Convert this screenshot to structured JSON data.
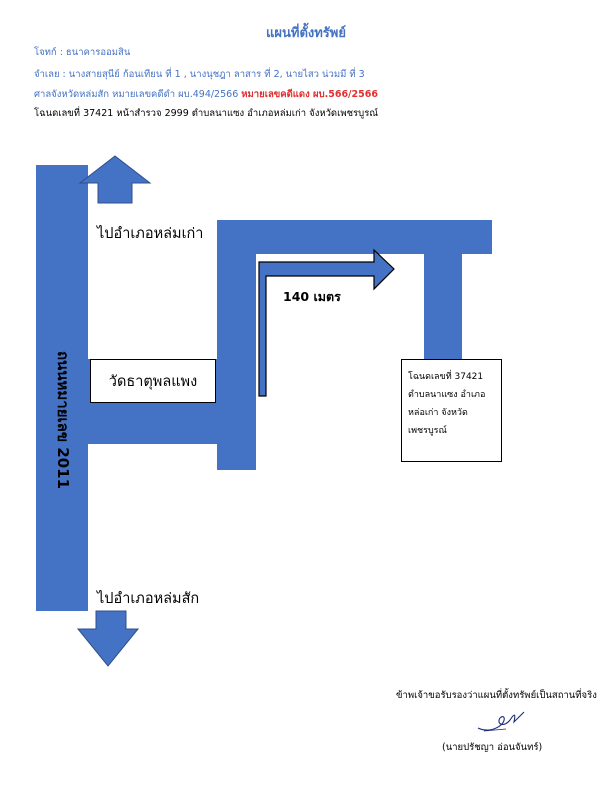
{
  "header": {
    "title": "แผนที่ตั้งทรัพย์",
    "plaintiff": "โจทก์ : ธนาคารออมสิน",
    "defendants": "จำเลย : นางสายสุนีย์ ก้อนเทียน ที่ 1 , นางนุชฎา ลาสาร ที่ 2, นายไสว น่วมมี ที่ 3",
    "court": "ศาลจังหวัดหล่มสัก  หมายเลขคดีดำ ผบ.494/2566 ",
    "red_case": "หมายเลขคดีแดง ผบ.566/2566",
    "deed_line": "โฉนดเลขที่ 37421 หน้าสำรวจ 2999 ตำบลนาแซง อำเภอหล่มเก่า จังหวัดเพชรบูรณ์"
  },
  "map": {
    "road_name": "ถนนหมายเลข 2011",
    "to_north": "ไปอำเภอหล่มเก่า",
    "to_south": "ไปอำเภอหล่มสัก",
    "temple": "วัดธาตุพลแพง",
    "distance": "140 เมตร",
    "deed_box": {
      "line1": "โฉนดเลขที่ 37421",
      "line2": "ตำบลนาแซง อำเภอ",
      "line3": "หล่อเก่า จังหวัด",
      "line4": "เพชรบูรณ์"
    },
    "colors": {
      "road": "#4472c4",
      "route_arrow": "#4472c4",
      "outline": "#000000"
    },
    "icons": [
      "arrow-up-icon",
      "arrow-down-icon",
      "route-arrow-icon"
    ]
  },
  "signature": {
    "certify": "ข้าพเจ้าขอรับรองว่าแผนที่ตั้งทรัพย์เป็นสถานที่จริง",
    "name": "(นายปรัชญา อ่อนจันทร์)"
  }
}
